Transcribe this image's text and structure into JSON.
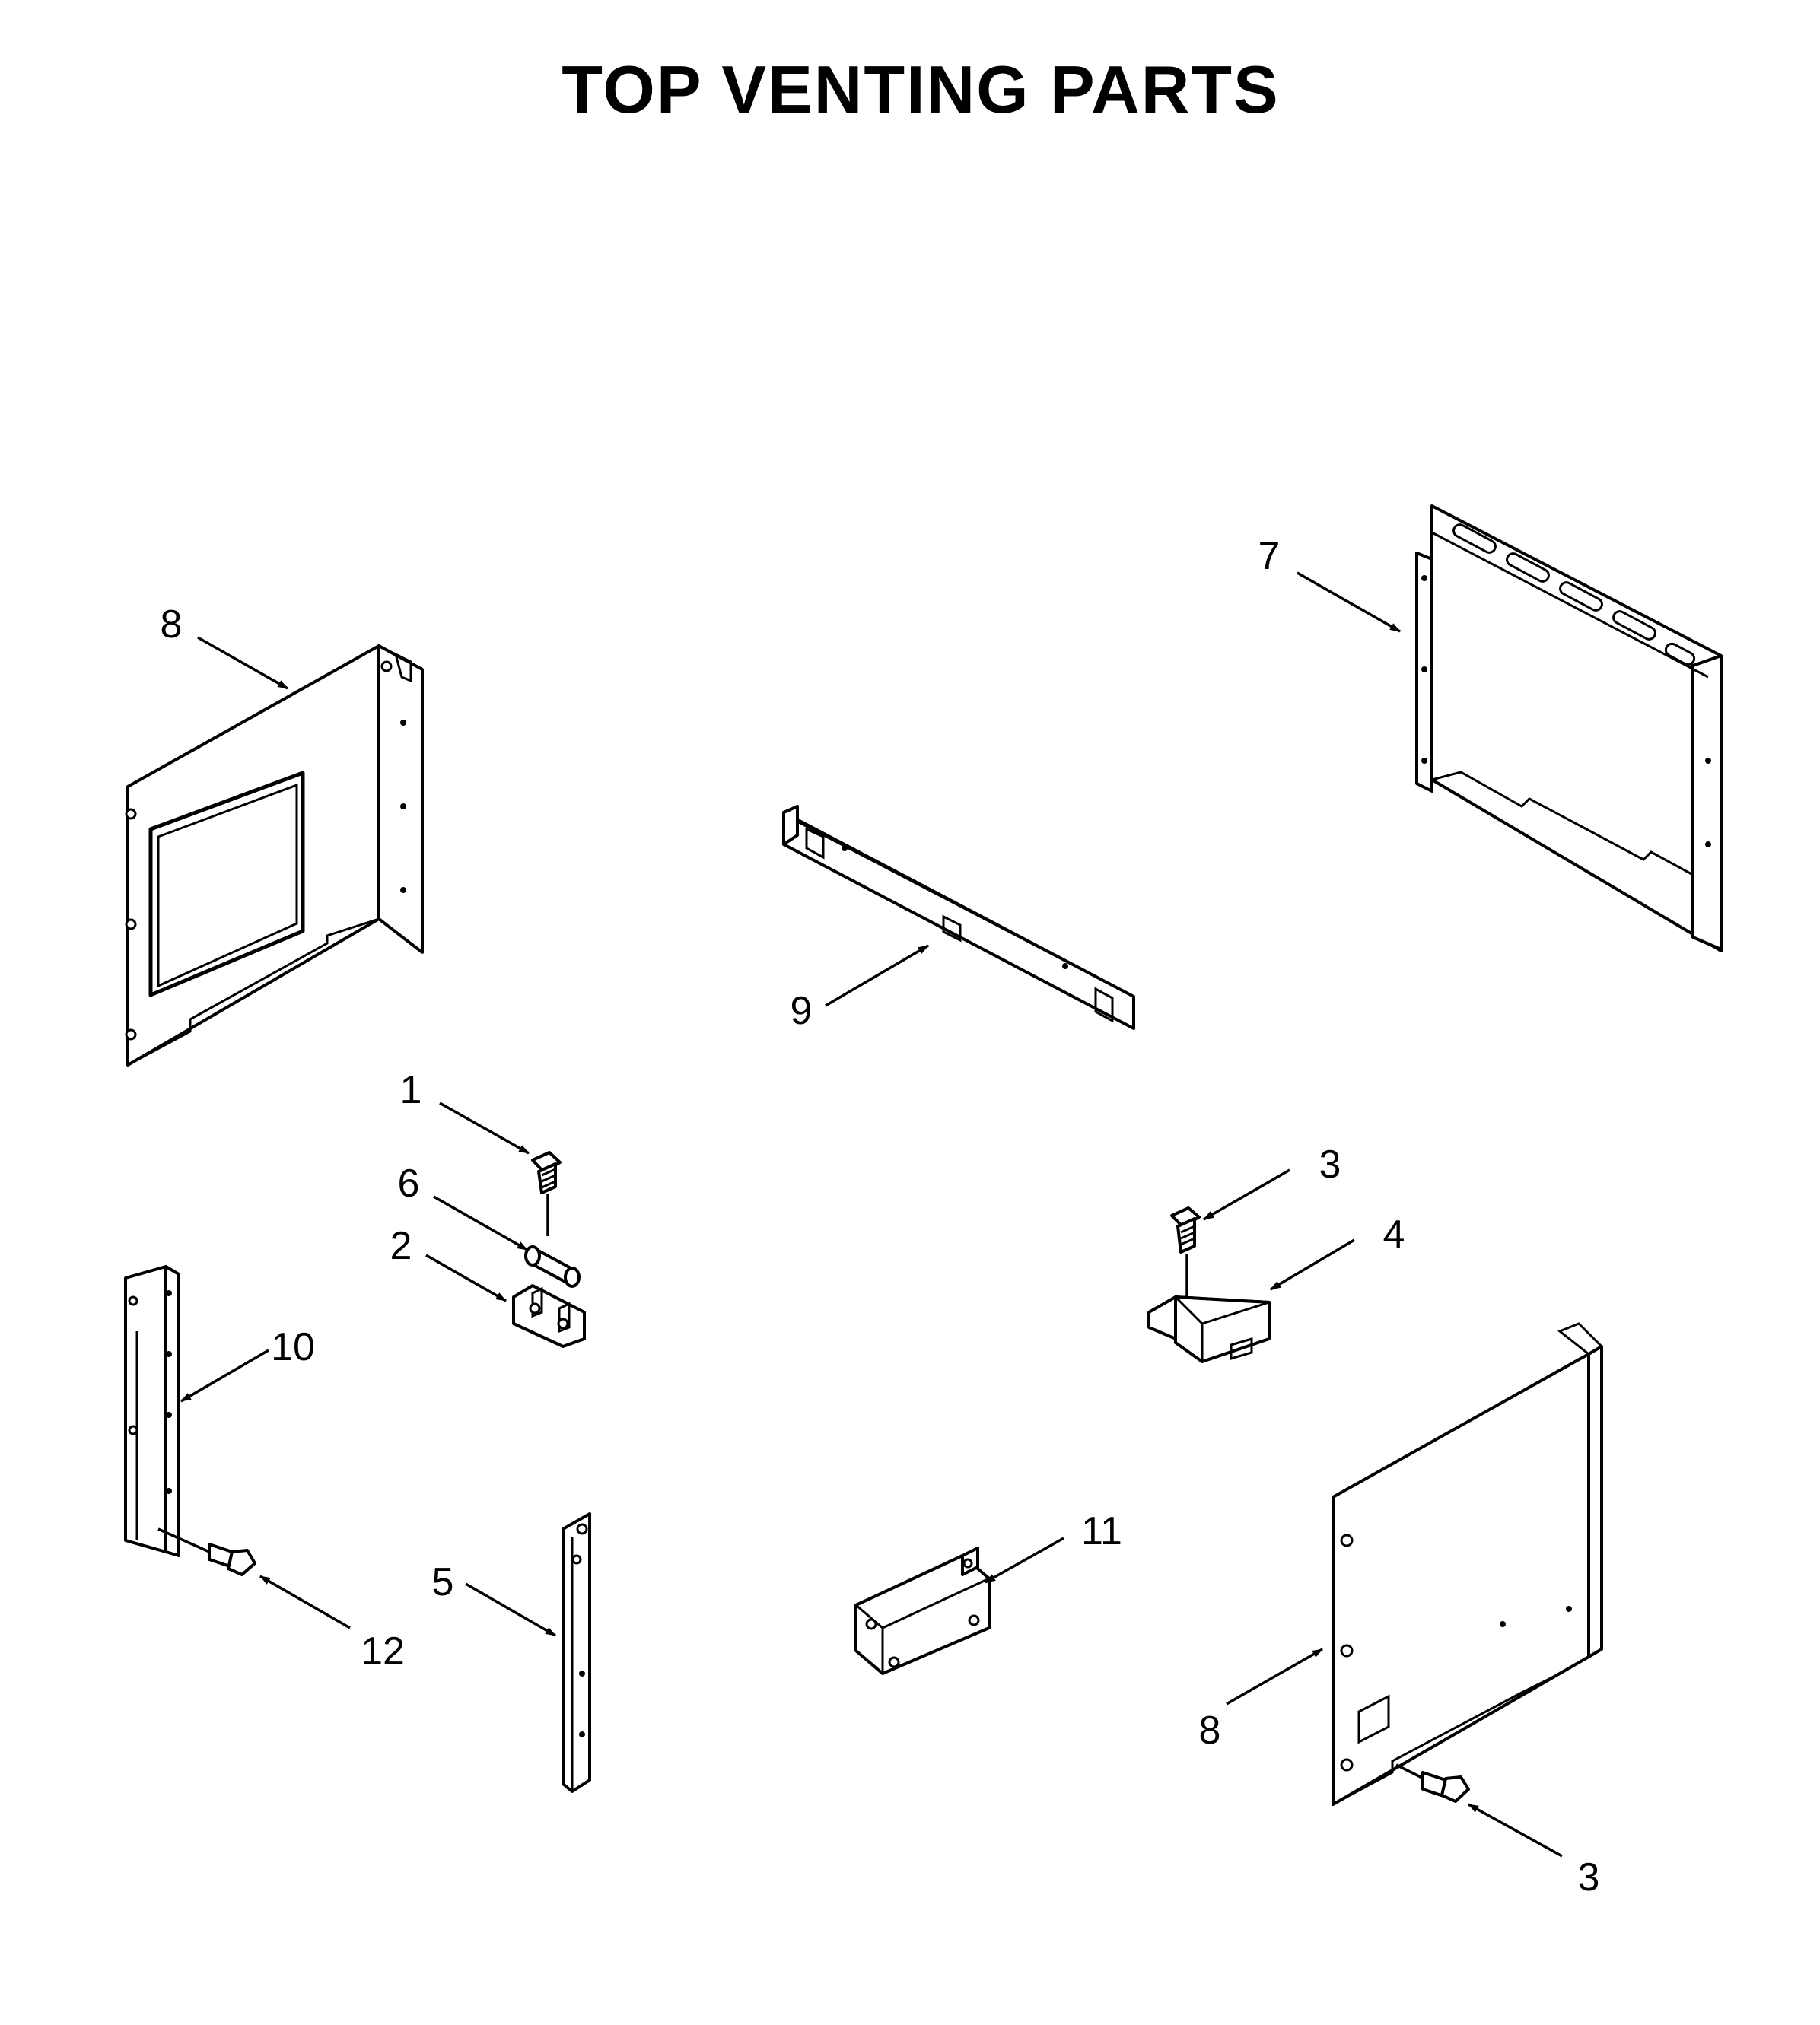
{
  "title": "TOP VENTING PARTS",
  "callouts": [
    {
      "id": "c8a",
      "label": "8"
    },
    {
      "id": "c7",
      "label": "7"
    },
    {
      "id": "c9",
      "label": "9"
    },
    {
      "id": "c1",
      "label": "1"
    },
    {
      "id": "c6",
      "label": "6"
    },
    {
      "id": "c2",
      "label": "2"
    },
    {
      "id": "c10",
      "label": "10"
    },
    {
      "id": "c12",
      "label": "12"
    },
    {
      "id": "c5",
      "label": "5"
    },
    {
      "id": "c3a",
      "label": "3"
    },
    {
      "id": "c4",
      "label": "4"
    },
    {
      "id": "c11",
      "label": "11"
    },
    {
      "id": "c8b",
      "label": "8"
    },
    {
      "id": "c3b",
      "label": "3"
    }
  ]
}
